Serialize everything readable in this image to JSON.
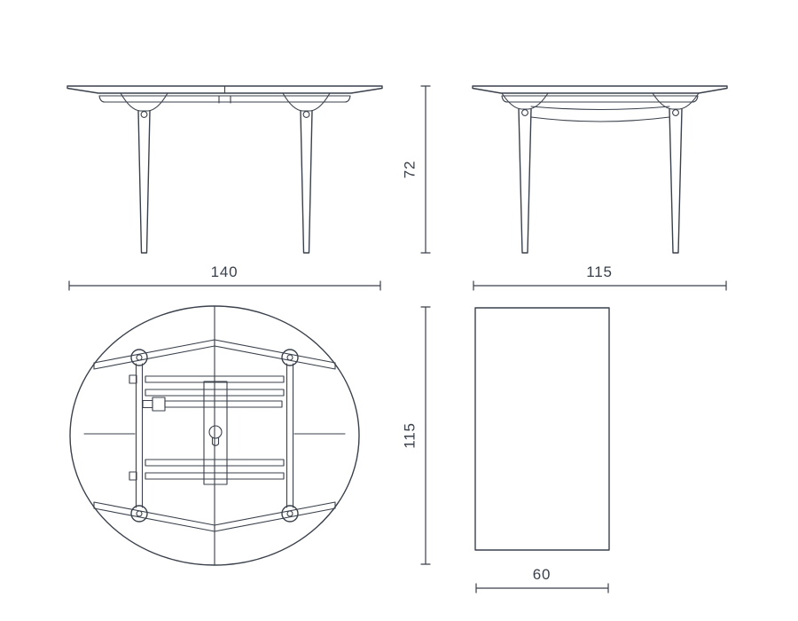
{
  "diagram": {
    "type": "furniture-dimension-drawing",
    "line_color": "#3a414b",
    "background": "#ffffff",
    "views": {
      "front": {
        "width_label": "140",
        "height_label": "72"
      },
      "side": {
        "width_label": "115"
      },
      "top": {
        "depth_label": "115"
      },
      "leaf": {
        "width_label": "60"
      }
    }
  }
}
